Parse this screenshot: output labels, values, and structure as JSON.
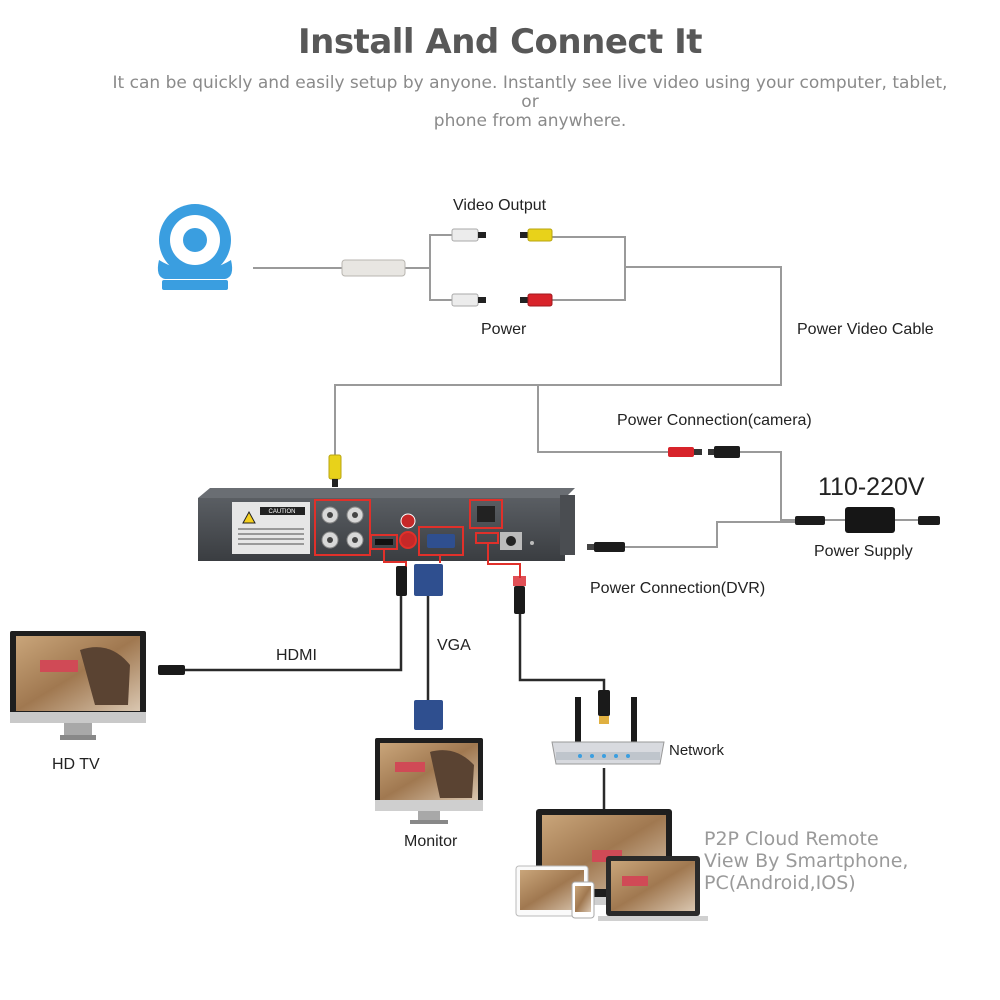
{
  "header": {
    "title": "Install And Connect It",
    "subtitle_line1": "It can be quickly and easily setup by anyone. Instantly see live video using your computer, tablet, or",
    "subtitle_line2": "phone from anywhere."
  },
  "labels": {
    "video_output": "Video Output",
    "power": "Power",
    "power_video_cable": "Power Video Cable",
    "power_connection_camera": "Power Connection(camera)",
    "voltage": "110-220V",
    "power_supply": "Power Supply",
    "power_connection_dvr": "Power Connection(DVR)",
    "hdmi": "HDMI",
    "vga": "VGA",
    "hd_tv": "HD TV",
    "monitor": "Monitor",
    "network": "Network",
    "p2p_line1": "P2P Cloud Remote",
    "p2p_line2": "View By Smartphone,",
    "p2p_line3": "PC(Android,IOS)"
  },
  "dvr": {
    "caution_label": "CAUTION"
  },
  "colors": {
    "camera_blue": "#3a9ee0",
    "cable_gray": "#9a9a9a",
    "highlight_red": "#e0302a",
    "video_yellow": "#e8d21a",
    "power_red": "#d8232a",
    "vga_blue": "#2f4f8f"
  },
  "icons": {
    "camera": "security-camera-icon",
    "router": "wifi-router-icon",
    "tv": "tv-icon",
    "monitor": "monitor-icon",
    "devices": "laptop-tablet-phone-icon"
  }
}
